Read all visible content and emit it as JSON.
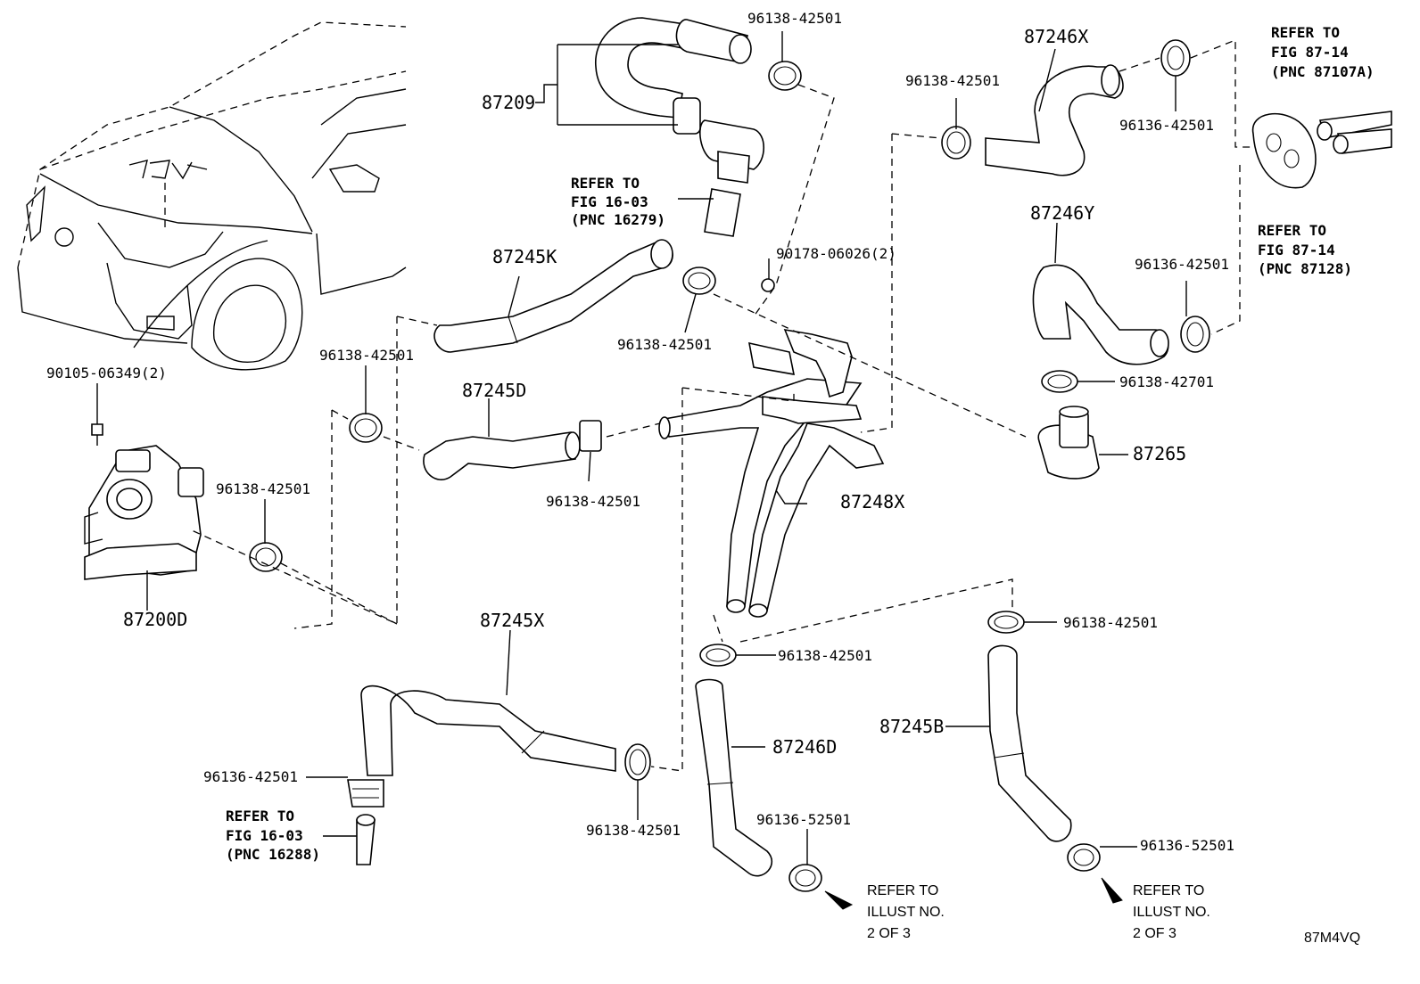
{
  "callouts": {
    "p87209": "87209",
    "p96138_top": "96138-42501",
    "refer_1603_a": {
      "l1": "REFER TO",
      "l2": "FIG 16-03",
      "l3": "(PNC 16279)"
    },
    "p87245K": "87245K",
    "p90178": "90178-06026(2)",
    "p96138_k": "96138-42501",
    "p96138_left": "96138-42501",
    "p87245D": "87245D",
    "p96138_d": "96138-42501",
    "p90105": "90105-06349(2)",
    "p96138_pump": "96138-42501",
    "p87200D": "87200D",
    "p87245X": "87245X",
    "p96136_x": "96136-42501",
    "refer_1603_b": {
      "l1": "REFER TO",
      "l2": "FIG 16-03",
      "l3": "(PNC 16288)"
    },
    "p96138_x": "96138-42501",
    "p87248X": "87248X",
    "p96138_mid": "96138-42501",
    "p87246D": "87246D",
    "p96136_52501_a": "96136-52501",
    "refer_illust_a": {
      "l1": "REFER TO",
      "l2": "ILLUST NO.",
      "l3": "2 OF 3"
    },
    "p87246X": "87246X",
    "p96138_246x": "96138-42501",
    "p96136_246x": "96136-42501",
    "refer_8714_a": {
      "l1": "REFER TO",
      "l2": "FIG 87-14",
      "l3": "(PNC 87107A)"
    },
    "p87246Y": "87246Y",
    "p96136_246y": "96136-42501",
    "refer_8714_b": {
      "l1": "REFER TO",
      "l2": "FIG 87-14",
      "l3": "(PNC 87128)"
    },
    "p96138_42701": "96138-42701",
    "p87265": "87265",
    "p96138_b": "96138-42501",
    "p87245B": "87245B",
    "p96136_52501_b": "96136-52501",
    "refer_illust_b": {
      "l1": "REFER TO",
      "l2": "ILLUST NO.",
      "l3": "2 OF 3"
    }
  },
  "illustration_code": "87M4VQ"
}
